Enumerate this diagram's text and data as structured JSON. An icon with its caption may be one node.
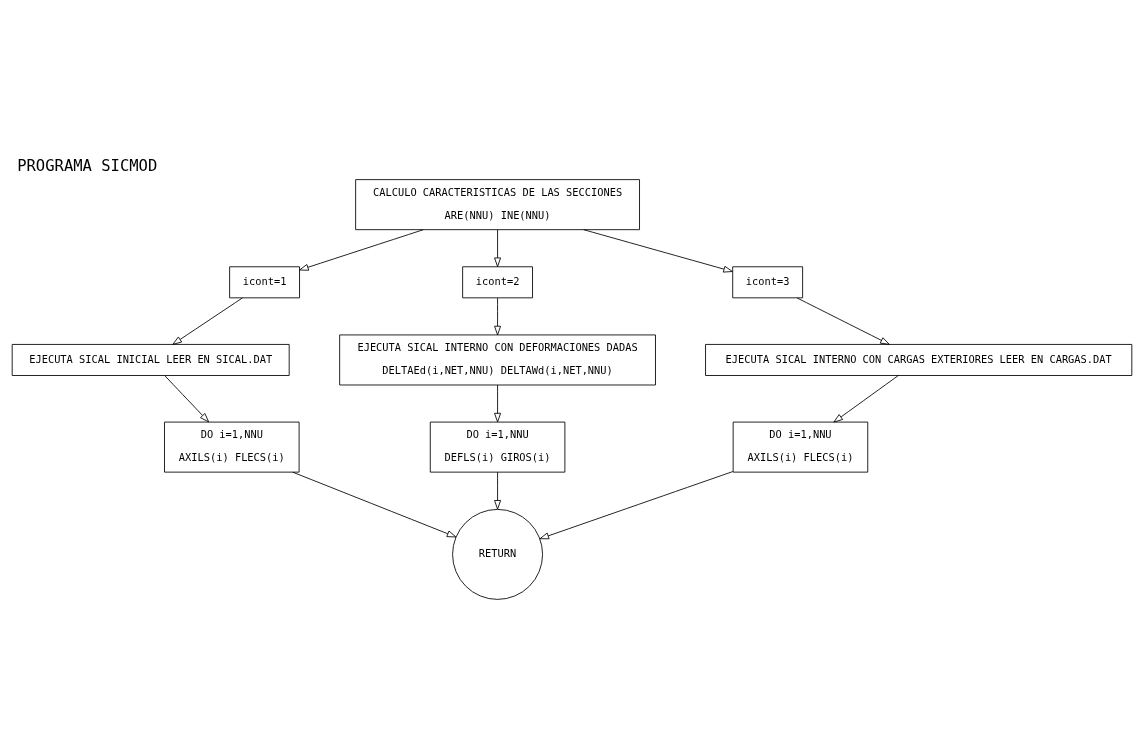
{
  "diagram": {
    "title": "PROGRAMA SICMOD",
    "nodes": [
      {
        "text": [
          "CALCULO CARACTERISTICAS DE LAS SECCIONES",
          "ARE(NNU) INE(NNU)"
        ]
      },
      {
        "text": [
          "icont=1"
        ]
      },
      {
        "text": [
          "icont=2"
        ]
      },
      {
        "text": [
          "icont=3"
        ]
      },
      {
        "text": [
          "EJECUTA SICAL INICIAL LEER EN SICAL.DAT"
        ]
      },
      {
        "text": [
          "EJECUTA SICAL INTERNO CON DEFORMACIONES DADAS",
          "DELTAEd(i,NET,NNU) DELTAWd(i,NET,NNU)"
        ]
      },
      {
        "text": [
          "EJECUTA SICAL INTERNO CON CARGAS EXTERIORES LEER EN CARGAS.DAT"
        ]
      },
      {
        "text": [
          "DO i=1,NNU",
          "AXILS(i) FLECS(i)"
        ]
      },
      {
        "text": [
          "DO i=1,NNU",
          "DEFLS(i) GIROS(i)"
        ]
      },
      {
        "text": [
          "DO i=1,NNU",
          "AXILS(i) FLECS(i)"
        ]
      },
      {
        "text": [
          "RETURN"
        ]
      }
    ],
    "edges": [
      {
        "from": 0,
        "to": 1,
        "arrow": "to"
      },
      {
        "from": 0,
        "to": 2,
        "arrow": "to"
      },
      {
        "from": 0,
        "to": 3,
        "arrow": "to"
      },
      {
        "from": 1,
        "to": 4,
        "arrow": "to"
      },
      {
        "from": 2,
        "to": 5,
        "arrow": "to"
      },
      {
        "from": 3,
        "to": 6,
        "arrow": "to"
      },
      {
        "from": 4,
        "to": 7,
        "arrow": "to"
      },
      {
        "from": 5,
        "to": 8,
        "arrow": "to"
      },
      {
        "from": 6,
        "to": 9,
        "arrow": "to"
      },
      {
        "from": 7,
        "to": 10,
        "arrow": "to"
      },
      {
        "from": 8,
        "to": 10,
        "arrow": "to"
      },
      {
        "from": 9,
        "to": 10,
        "arrow": "to"
      }
    ]
  }
}
